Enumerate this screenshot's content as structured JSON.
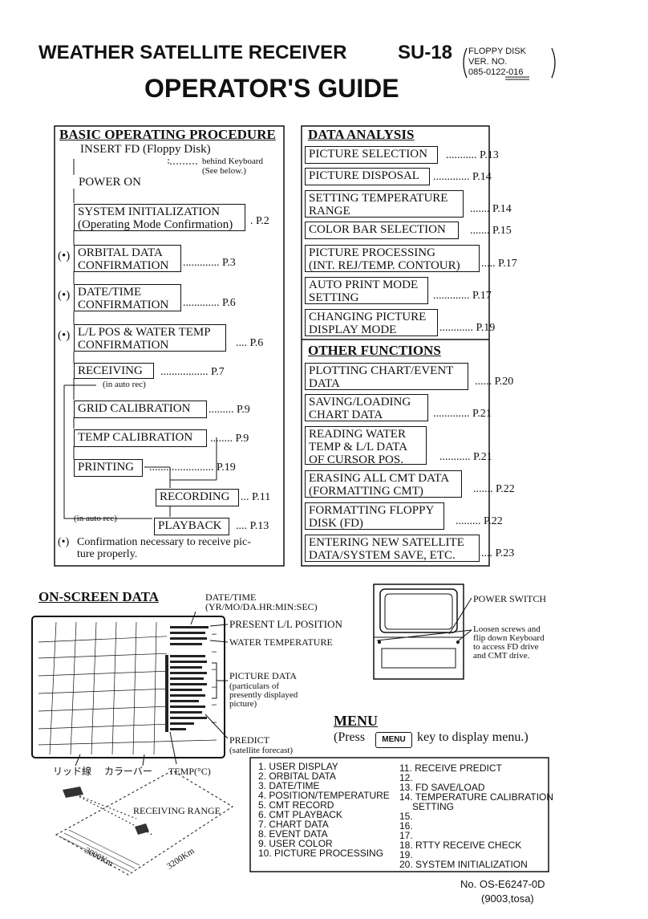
{
  "header": {
    "title": "WEATHER SATELLITE RECEIVER",
    "model": "SU-18",
    "floppy_line1": "FLOPPY DISK",
    "floppy_line2": "VER. NO.",
    "floppy_line3": "085-0122-016",
    "subtitle": "OPERATOR'S GUIDE"
  },
  "basic": {
    "heading": "BASIC OPERATING PROCEDURE",
    "insert_fd": "INSERT FD (Floppy Disk)",
    "behind_kb": "behind Keyboard",
    "see_below": "(See below.)",
    "power_on": "POWER ON",
    "sysinit_1": "SYSTEM INITIALIZATION",
    "sysinit_2": "(Operating Mode Confirmation)",
    "sysinit_pg": ". P.2",
    "marker": "(•)",
    "orbital_1": "ORBITAL DATA",
    "orbital_2": "CONFIRMATION",
    "orbital_pg": "............. P.3",
    "date_1": "DATE/TIME",
    "date_2": "CONFIRMATION",
    "date_pg": "............. P.6",
    "ll_1": "L/L POS & WATER TEMP",
    "ll_2": "CONFIRMATION",
    "ll_pg": ".... P.6",
    "receiving": "RECEIVING",
    "receiving_pg": "................. P.7",
    "in_auto_rec_1": "(in auto rec)",
    "grid": "GRID CALIBRATION",
    "grid_pg": "......... P.9",
    "temp": "TEMP CALIBRATION",
    "temp_pg": "........ P.9",
    "printing": "PRINTING",
    "printing_pg": "....................... P.19",
    "recording": "RECORDING",
    "recording_pg": "... P.11",
    "in_auto_rec_2": "(in auto rec)",
    "playback": "PLAYBACK",
    "playback_pg": ".... P.13",
    "note_1": "Confirmation necessary to receive pic-",
    "note_2": "ture properly."
  },
  "analysis": {
    "heading": "DATA ANALYSIS",
    "items": [
      {
        "l1": "PICTURE SELECTION",
        "l2": "",
        "page": "........... P.13"
      },
      {
        "l1": "PICTURE DISPOSAL",
        "l2": "",
        "page": "............. P.14"
      },
      {
        "l1": "SETTING TEMPERATURE",
        "l2": "RANGE",
        "page": "....... P.14"
      },
      {
        "l1": "COLOR BAR SELECTION",
        "l2": "",
        "page": "....... P.15"
      },
      {
        "l1": "PICTURE PROCESSING",
        "l2": "(INT. REJ/TEMP. CONTOUR)",
        "page": "..... P.17"
      },
      {
        "l1": "AUTO PRINT MODE",
        "l2": "SETTING",
        "page": "............. P.17"
      },
      {
        "l1": "CHANGING PICTURE",
        "l2": "DISPLAY MODE",
        "page": "............ P.19"
      }
    ]
  },
  "other": {
    "heading": "OTHER FUNCTIONS",
    "items": [
      {
        "l1": "PLOTTING CHART/EVENT",
        "l2": "DATA",
        "l3": "",
        "page": "...... P.20"
      },
      {
        "l1": "SAVING/LOADING",
        "l2": "CHART DATA",
        "l3": "",
        "page": "............. P.21"
      },
      {
        "l1": "READING WATER",
        "l2": "TEMP & L/L DATA",
        "l3": "OF CURSOR POS.",
        "page": "........... P.21"
      },
      {
        "l1": "ERASING ALL CMT DATA",
        "l2": "(FORMATTING CMT)",
        "l3": "",
        "page": "....... P.22"
      },
      {
        "l1": "FORMATTING FLOPPY",
        "l2": "DISK (FD)",
        "l3": "",
        "page": "......... P.22"
      },
      {
        "l1": "ENTERING NEW SATELLITE",
        "l2": "DATA/SYSTEM SAVE, ETC.",
        "l3": "",
        "page": ".... P.23"
      }
    ]
  },
  "onscreen": {
    "heading": "ON-SCREEN DATA",
    "datetime_1": "DATE/TIME",
    "datetime_2": "(YR/MO/DA.HR:MIN:SEC)",
    "present_ll": "PRESENT L/L POSITION",
    "water_temp": "WATER TEMPERATURE",
    "pic_1": "PICTURE DATA",
    "pic_2": "(particulars of",
    "pic_3": "presently displayed",
    "pic_4": "picture)",
    "predict_1": "PREDICT",
    "predict_2": "(satellite forecast)",
    "grid_jp": "リッド線",
    "colorbar_jp": "カラーバー",
    "temp_c": "TEMP(°C)",
    "receiving_range": "RECEIVING RANGE",
    "dist_1": "3000Km",
    "dist_2": "3200Km"
  },
  "device": {
    "power_switch": "POWER SWITCH",
    "note_1": "Loosen screws and",
    "note_2": "flip down Keyboard",
    "note_3": "to access FD drive",
    "note_4": "and CMT drive."
  },
  "menu": {
    "heading": "MENU",
    "press": "(Press",
    "key": "MENU",
    "press_after": "key to display menu.)",
    "left": [
      "1. USER DISPLAY",
      "2. ORBITAL DATA",
      "3. DATE/TIME",
      "4. POSITION/TEMPERATURE",
      "5. CMT RECORD",
      "6. CMT PLAYBACK",
      "7. CHART DATA",
      "8. EVENT DATA",
      "9. USER COLOR",
      "10. PICTURE PROCESSING"
    ],
    "right": [
      "11. RECEIVE PREDICT",
      "12.",
      "13. FD SAVE/LOAD",
      "14. TEMPERATURE CALIBRATION",
      "SETTING",
      "15.",
      "16.",
      "17.",
      "18. RTTY RECEIVE CHECK",
      "19.",
      "20. SYSTEM INITIALIZATION"
    ]
  },
  "footer": {
    "doc_no": "No. OS-E6247-0D",
    "code": "(9003,tosa)"
  }
}
